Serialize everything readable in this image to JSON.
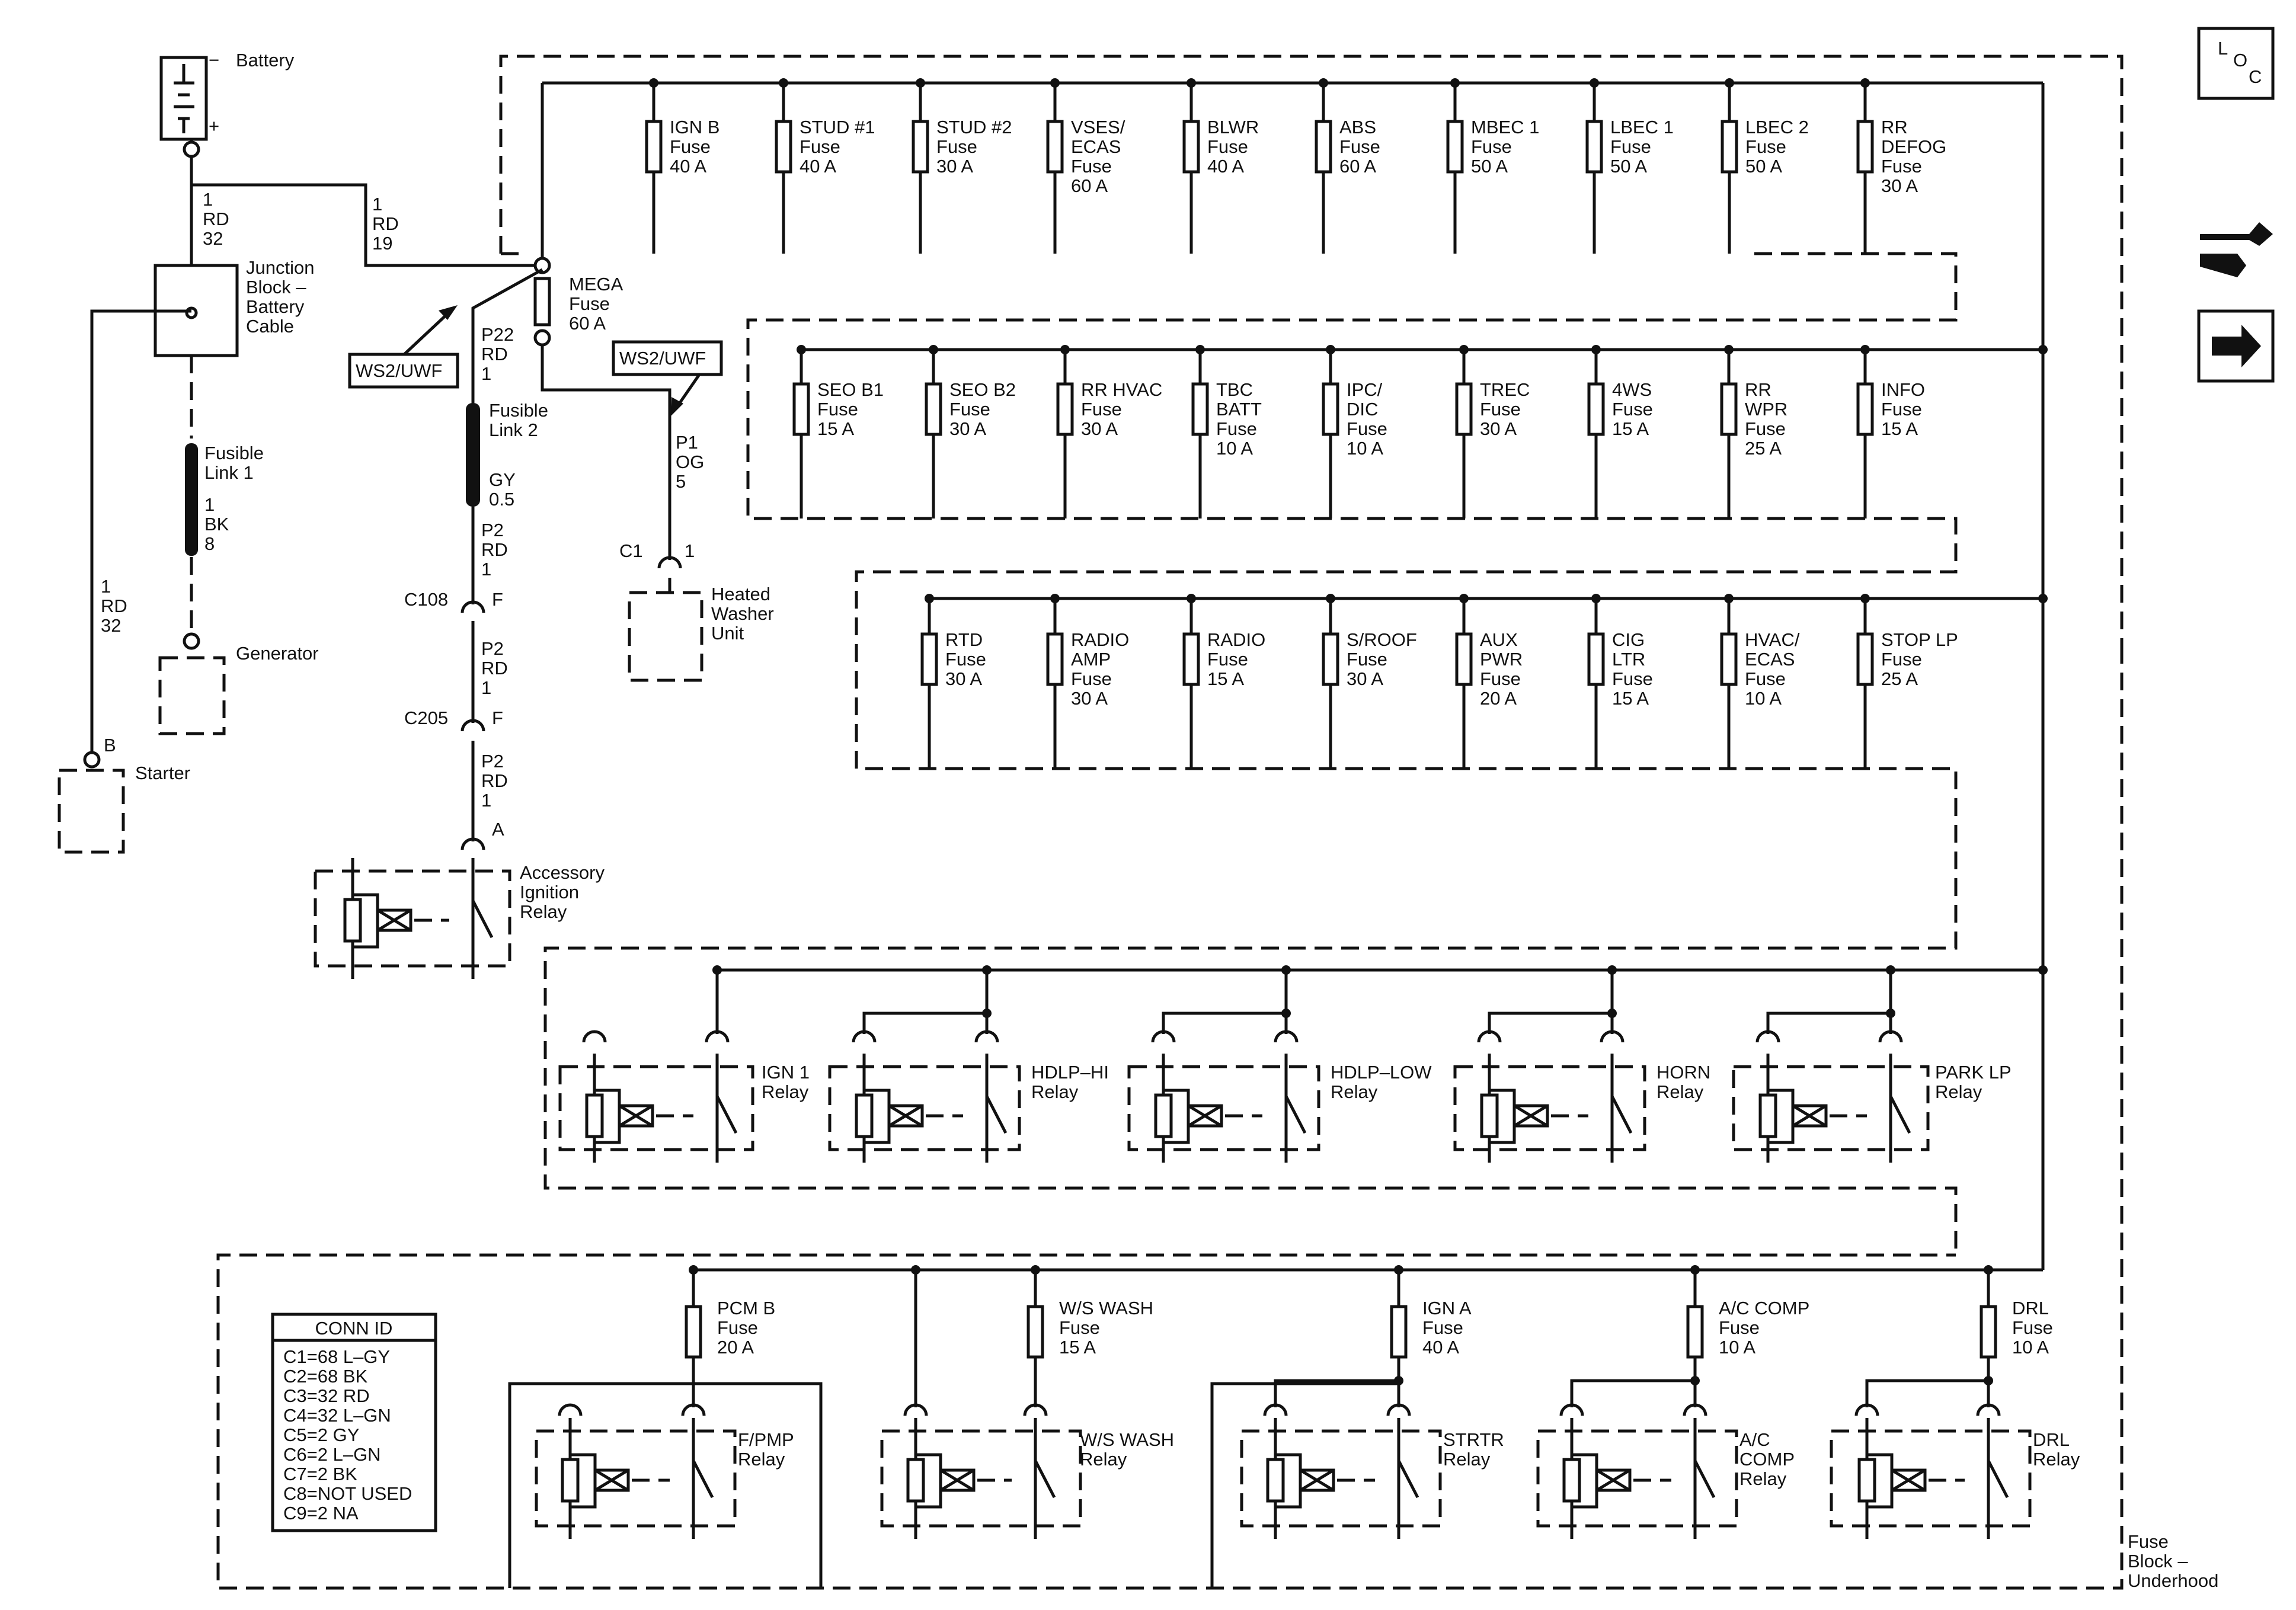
{
  "labels": {
    "battery": "Battery",
    "battery_minus": "−",
    "battery_plus": "+",
    "jb_wire": [
      "1",
      "RD",
      "32"
    ],
    "feed_wire": [
      "1",
      "RD",
      "19"
    ],
    "junction_block": [
      "Junction",
      "Block –",
      "Battery",
      "Cable"
    ],
    "fusible_link_1": [
      "Fusible",
      "Link 1"
    ],
    "fl1_wire": [
      "1",
      "BK",
      "8"
    ],
    "generator": "Generator",
    "starter_wire": [
      "1",
      "RD",
      "32"
    ],
    "starter_pin": "B",
    "starter": "Starter",
    "ws2_uwf_1": "WS2/UWF",
    "ws2_uwf_2": "WS2/UWF",
    "p22_wire": [
      "P22",
      "RD",
      "1"
    ],
    "fusible_link_2": [
      "Fusible",
      "Link 2"
    ],
    "fl2_wire": [
      "GY",
      "0.5"
    ],
    "p2_wire_1": [
      "P2",
      "RD",
      "1"
    ],
    "c108": "C108",
    "c108_pin": "F",
    "p2_wire_2": [
      "P2",
      "RD",
      "1"
    ],
    "c205": "C205",
    "c205_pin": "F",
    "p2_wire_3": [
      "P2",
      "RD",
      "1"
    ],
    "acc_pin": "A",
    "acc_relay": [
      "Accessory",
      "Ignition",
      "Relay"
    ],
    "mega_fuse": [
      "MEGA",
      "Fuse",
      "60 A"
    ],
    "p1_wire": [
      "P1",
      "OG",
      "5"
    ],
    "c1": "C1",
    "c1_pin": "1",
    "heated_washer": [
      "Heated",
      "Washer",
      "Unit"
    ],
    "loc_icon": [
      "L",
      "O",
      "C"
    ],
    "fuse_block_label": [
      "Fuse",
      "Block –",
      "Underhood"
    ]
  },
  "fuse_row_1": [
    {
      "lines": [
        "IGN B",
        "Fuse",
        "40 A"
      ]
    },
    {
      "lines": [
        "STUD #1",
        "Fuse",
        "40 A"
      ]
    },
    {
      "lines": [
        "STUD #2",
        "Fuse",
        "30 A"
      ]
    },
    {
      "lines": [
        "VSES/",
        "ECAS",
        "Fuse",
        "60 A"
      ]
    },
    {
      "lines": [
        "BLWR",
        "Fuse",
        "40 A"
      ]
    },
    {
      "lines": [
        "ABS",
        "Fuse",
        "60 A"
      ]
    },
    {
      "lines": [
        "MBEC 1",
        "Fuse",
        "50 A"
      ]
    },
    {
      "lines": [
        "LBEC 1",
        "Fuse",
        "50 A"
      ]
    },
    {
      "lines": [
        "LBEC 2",
        "Fuse",
        "50 A"
      ]
    },
    {
      "lines": [
        "RR",
        "DEFOG",
        "Fuse",
        "30 A"
      ]
    }
  ],
  "fuse_row_2": [
    {
      "lines": [
        "SEO B1",
        "Fuse",
        "15 A"
      ]
    },
    {
      "lines": [
        "SEO B2",
        "Fuse",
        "30 A"
      ]
    },
    {
      "lines": [
        "RR HVAC",
        "Fuse",
        "30 A"
      ]
    },
    {
      "lines": [
        "TBC",
        "BATT",
        "Fuse",
        "10 A"
      ]
    },
    {
      "lines": [
        "IPC/",
        "DIC",
        "Fuse",
        "10 A"
      ]
    },
    {
      "lines": [
        "TREC",
        "Fuse",
        "30 A"
      ]
    },
    {
      "lines": [
        "4WS",
        "Fuse",
        "15 A"
      ]
    },
    {
      "lines": [
        "RR",
        "WPR",
        "Fuse",
        "25 A"
      ]
    },
    {
      "lines": [
        "INFO",
        "Fuse",
        "15 A"
      ]
    }
  ],
  "fuse_row_3": [
    {
      "lines": [
        "RTD",
        "Fuse",
        "30 A"
      ]
    },
    {
      "lines": [
        "RADIO",
        "AMP",
        "Fuse",
        "30 A"
      ]
    },
    {
      "lines": [
        "RADIO",
        "Fuse",
        "15 A"
      ]
    },
    {
      "lines": [
        "S/ROOF",
        "Fuse",
        "30 A"
      ]
    },
    {
      "lines": [
        "AUX",
        "PWR",
        "Fuse",
        "20 A"
      ]
    },
    {
      "lines": [
        "CIG",
        "LTR",
        "Fuse",
        "15 A"
      ]
    },
    {
      "lines": [
        "HVAC/",
        "ECAS",
        "Fuse",
        "10 A"
      ]
    },
    {
      "lines": [
        "STOP LP",
        "Fuse",
        "25 A"
      ]
    }
  ],
  "relay_row": [
    {
      "lines": [
        "IGN 1",
        "Relay"
      ]
    },
    {
      "lines": [
        "HDLP–HI",
        "Relay"
      ]
    },
    {
      "lines": [
        "HDLP–LOW",
        "Relay"
      ]
    },
    {
      "lines": [
        "HORN",
        "Relay"
      ]
    },
    {
      "lines": [
        "PARK LP",
        "Relay"
      ]
    }
  ],
  "bottom_fuses": [
    {
      "lines": [
        "PCM B",
        "Fuse",
        "20 A"
      ]
    },
    {
      "lines": [
        "W/S WASH",
        "Fuse",
        "15 A"
      ]
    },
    {
      "lines": [
        "IGN A",
        "Fuse",
        "40 A"
      ]
    },
    {
      "lines": [
        "A/C COMP",
        "Fuse",
        "10 A"
      ]
    },
    {
      "lines": [
        "DRL",
        "Fuse",
        "10 A"
      ]
    }
  ],
  "bottom_relays": [
    {
      "lines": [
        "F/PMP",
        "Relay"
      ]
    },
    {
      "lines": [
        "W/S WASH",
        "Relay"
      ]
    },
    {
      "lines": [
        "STRTR",
        "Relay"
      ]
    },
    {
      "lines": [
        "A/C",
        "COMP",
        "Relay"
      ]
    },
    {
      "lines": [
        "DRL",
        "Relay"
      ]
    }
  ],
  "conn_id": {
    "title": "CONN ID",
    "rows": [
      "C1=68 L–GY",
      "C2=68 BK",
      "C3=32 RD",
      "C4=32 L–GN",
      "C5=2 GY",
      "C6=2 L–GN",
      "C7=2 BK",
      "C8=NOT USED",
      "C9=2 NA"
    ]
  }
}
